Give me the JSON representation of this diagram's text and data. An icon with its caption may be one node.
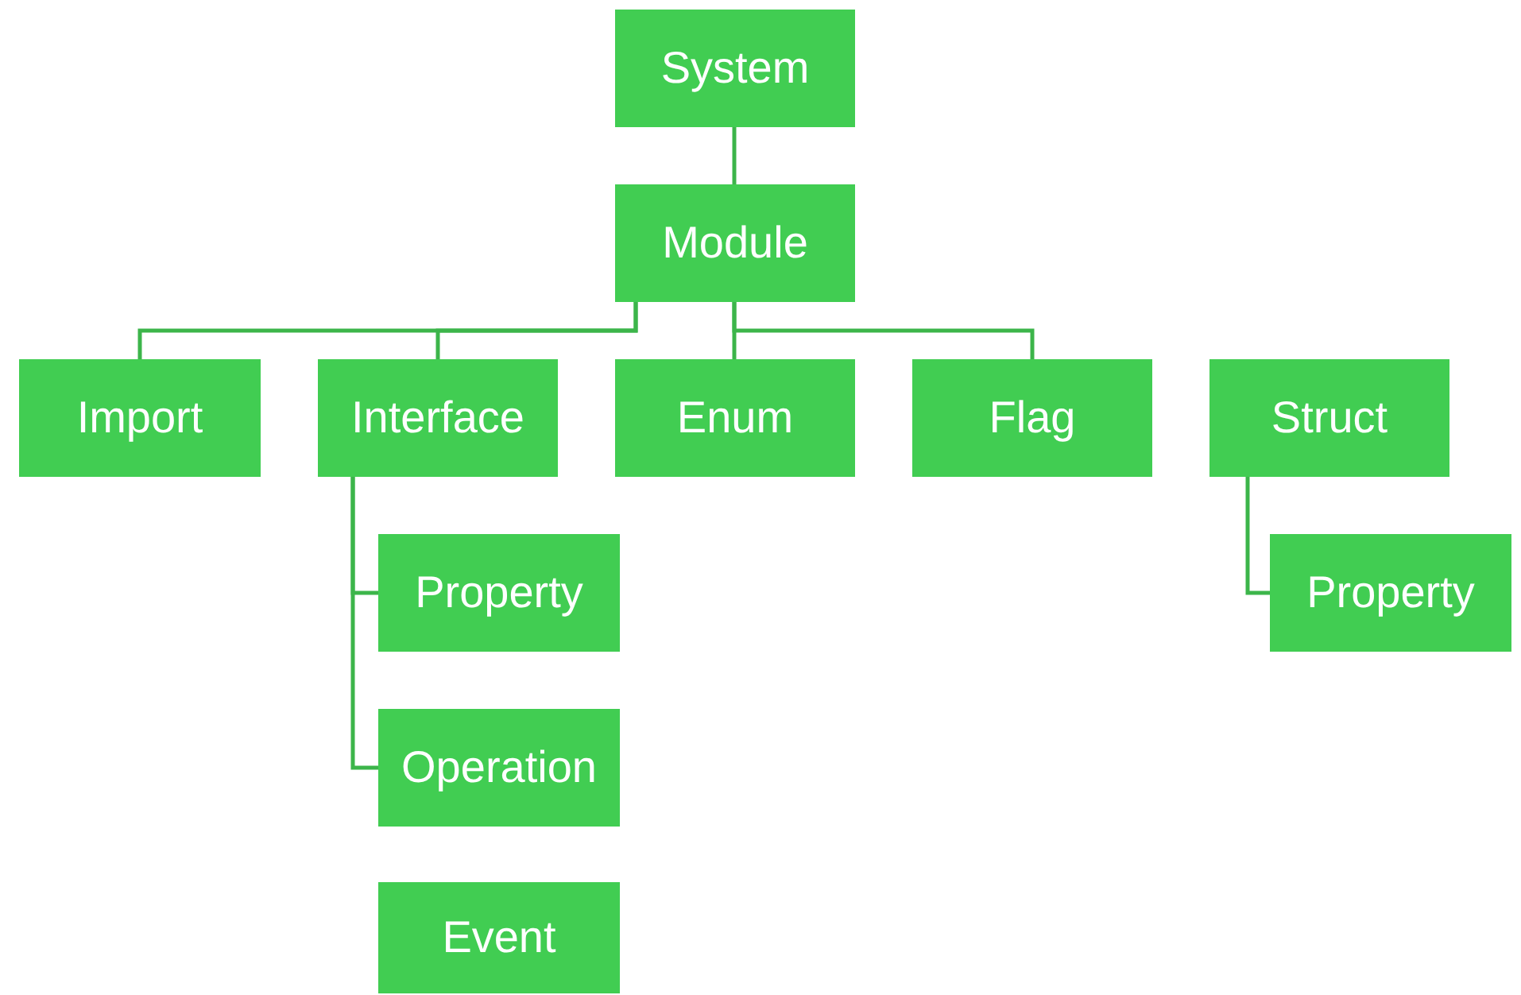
{
  "diagram": {
    "nodes": [
      {
        "text": [
          "System"
        ]
      },
      {
        "text": [
          "Module"
        ]
      },
      {
        "text": [
          "Import"
        ]
      },
      {
        "text": [
          "Interface"
        ]
      },
      {
        "text": [
          "Enum"
        ]
      },
      {
        "text": [
          "Flag"
        ]
      },
      {
        "text": [
          "Struct"
        ]
      },
      {
        "text": [
          "Property"
        ]
      },
      {
        "text": [
          "Operation"
        ]
      },
      {
        "text": [
          "Event"
        ]
      },
      {
        "text": [
          "Property"
        ]
      }
    ],
    "edges": [
      {
        "from": 0,
        "to": 1,
        "arrow": "none"
      },
      {
        "from": 1,
        "to": 2,
        "arrow": "none"
      },
      {
        "from": 1,
        "to": 3,
        "arrow": "none"
      },
      {
        "from": 1,
        "to": 4,
        "arrow": "none"
      },
      {
        "from": 1,
        "to": 5,
        "arrow": "none"
      },
      {
        "from": 3,
        "to": 7,
        "arrow": "none"
      },
      {
        "from": 3,
        "to": 8,
        "arrow": "none"
      },
      {
        "from": 6,
        "to": 10,
        "arrow": "none"
      }
    ]
  }
}
